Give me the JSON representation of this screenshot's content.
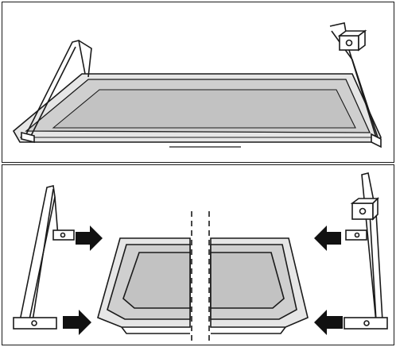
{
  "figure": {
    "panels": [
      {
        "id": "assembled-view",
        "parts": [
          "baking-tray",
          "left-telescopic-rail",
          "right-telescopic-rail"
        ]
      },
      {
        "id": "exploded-view",
        "parts": [
          "left-rail",
          "baking-tray",
          "right-rail",
          "insert-arrows"
        ]
      }
    ]
  },
  "colors": {
    "outline": "#1a1a1a",
    "tray_fill": "#d0d0d0",
    "tray_inner": "#c4c4c4",
    "tray_rim": "#e8e8e8",
    "arrow": "#111111",
    "background": "#ffffff"
  },
  "icons": {
    "arrow_insert": "arrow-right-icon",
    "arrow_insert_left": "arrow-left-icon"
  }
}
